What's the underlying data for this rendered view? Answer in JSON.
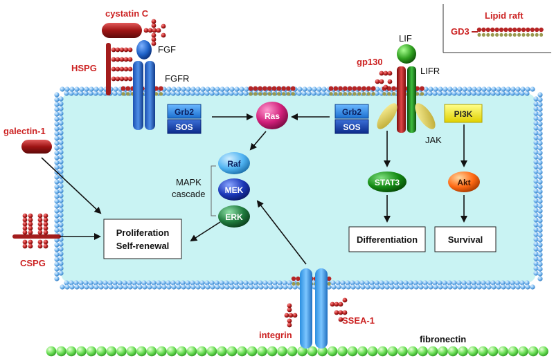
{
  "colors": {
    "cytoplasm": "#c9f3f3",
    "membrane_bead": "#6fb3ee",
    "raft_head": "#b52525",
    "raft_tail": "#99994f",
    "receptor_blue": "#1f62c8",
    "proteoglycan": "#a31c1c",
    "ecm_bead": "#6fe25a",
    "label_red": "#cc2222",
    "arrow": "#111111"
  },
  "labels": {
    "cystatin_c": "cystatin C",
    "hspg": "HSPG",
    "fgf": "FGF",
    "fgfr": "FGFR",
    "galectin_1": "galectin-1",
    "cspg": "CSPG",
    "lif": "LIF",
    "gp130": "gp130",
    "lifr": "LIFR",
    "jak": "JAK",
    "integrin": "integrin",
    "ssea_1": "SSEA-1",
    "fibronectin": "fibronectin",
    "mapk_line1": "MAPK",
    "mapk_line2": "cascade"
  },
  "legend": {
    "title": "Lipid raft",
    "gd3": "GD3"
  },
  "nodes": {
    "grb2_left": "Grb2",
    "sos_left": "SOS",
    "ras": "Ras",
    "grb2_right": "Grb2",
    "sos_right": "SOS",
    "pi3k": "PI3K",
    "raf": "Raf",
    "mek": "MEK",
    "erk": "ERK",
    "stat3": "STAT3",
    "akt": "Akt"
  },
  "outcomes": {
    "proliferation_line1": "Proliferation",
    "proliferation_line2": "Self-renewal",
    "differentiation": "Differentiation",
    "survival": "Survival"
  }
}
